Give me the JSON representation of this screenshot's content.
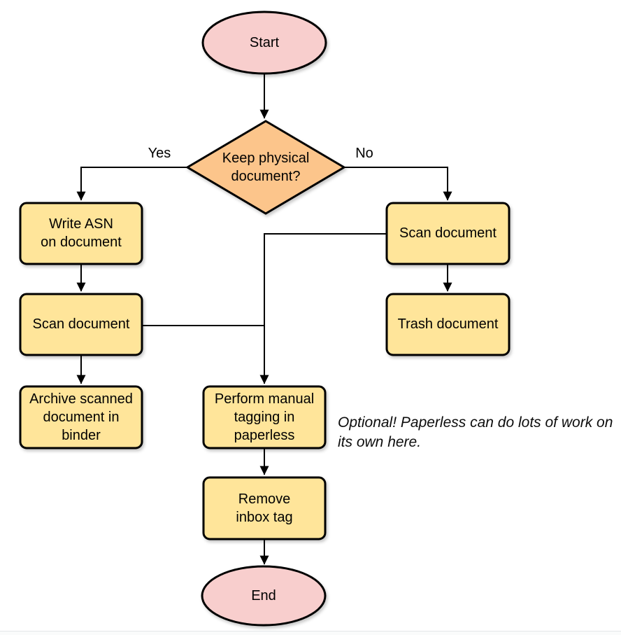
{
  "diagram": {
    "type": "flowchart",
    "colors": {
      "background": "#ffffff",
      "terminal_fill": "#f8cecd",
      "decision_fill": "#fcc58b",
      "process_fill": "#ffe59a",
      "stroke": "#000000"
    },
    "nodes": {
      "start": {
        "type": "terminal",
        "lines": [
          "Start"
        ]
      },
      "decision_keep_physical": {
        "type": "decision",
        "lines": [
          "Keep physical",
          "document?"
        ]
      },
      "write_asn": {
        "type": "process",
        "lines": [
          "Write ASN",
          "on document"
        ]
      },
      "scan_document_left": {
        "type": "process",
        "lines": [
          "Scan document"
        ]
      },
      "archive_binder": {
        "type": "process",
        "lines": [
          "Archive scanned",
          "document in",
          "binder"
        ]
      },
      "scan_document_right": {
        "type": "process",
        "lines": [
          "Scan document"
        ]
      },
      "trash_document": {
        "type": "process",
        "lines": [
          "Trash document"
        ]
      },
      "manual_tagging": {
        "type": "process",
        "lines": [
          "Perform manual",
          "tagging in",
          "paperless"
        ]
      },
      "remove_inbox_tag": {
        "type": "process",
        "lines": [
          "Remove",
          "inbox tag"
        ]
      },
      "end": {
        "type": "terminal",
        "lines": [
          "End"
        ]
      }
    },
    "edge_labels": {
      "yes": "Yes",
      "no": "No"
    },
    "note": {
      "lines": [
        "Optional! Paperless can do lots of work on",
        "its own here."
      ]
    }
  }
}
